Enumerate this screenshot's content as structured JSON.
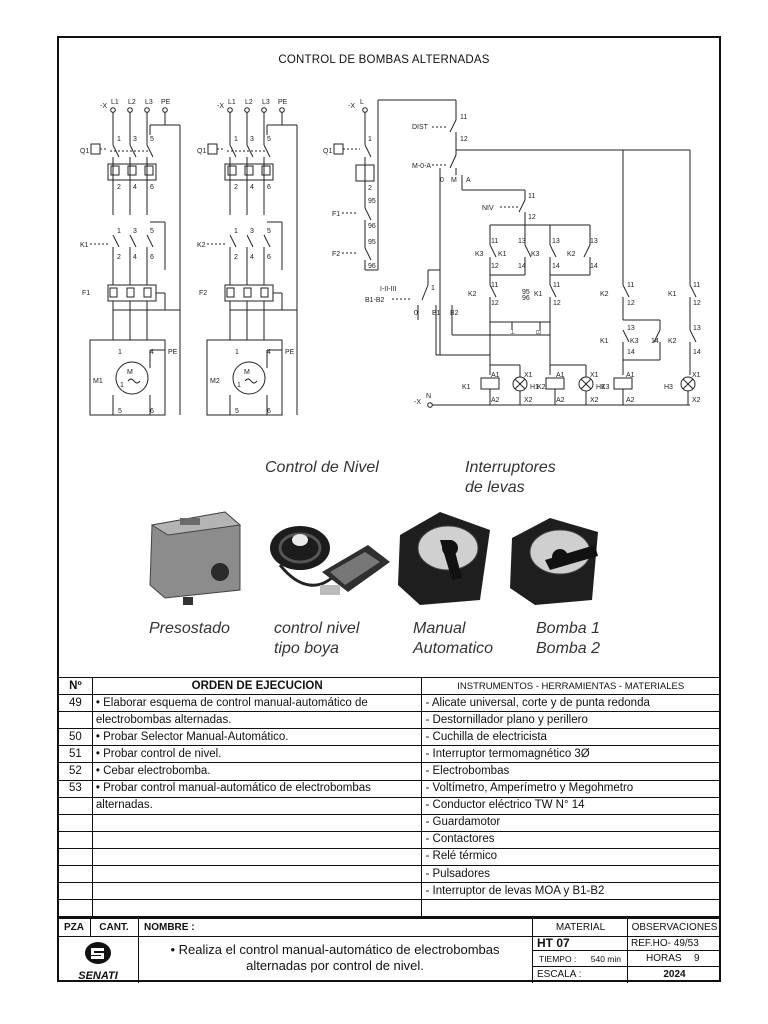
{
  "title": "CONTROL DE BOMBAS ALTERNADAS",
  "photo_labels": {
    "control_nivel": "Control de Nivel",
    "interruptores": "Interruptores de levas",
    "presostado": "Presostado",
    "boya": "control nivel tipo boya",
    "manual": "Manual Automatico",
    "bomba": "Bomba 1 Bomba 2"
  },
  "table": {
    "col_n": "Nº",
    "col_orden": "ORDEN DE EJECUCION",
    "col_instr": "INSTRUMENTOS - HERRAMIENTAS - MATERIALES",
    "rows": [
      {
        "n": "49",
        "orden": "• Elaborar esquema de control manual-automático de",
        "instr": "-  Alicate universal, corte y de punta redonda"
      },
      {
        "n": "",
        "orden": "electrobombas alternadas.",
        "instr": "-  Destornillador plano y perillero"
      },
      {
        "n": "50",
        "orden": "• Probar Selector Manual-Automático.",
        "instr": "-  Cuchilla de electricista"
      },
      {
        "n": "51",
        "orden": "• Probar control de nivel.",
        "instr": "-  Interruptor termomagnético 3Ø"
      },
      {
        "n": "52",
        "orden": "• Cebar electrobomba.",
        "instr": "-  Electrobombas"
      },
      {
        "n": "53",
        "orden": "• Probar control manual-automático de electrobombas",
        "instr": "-  Voltímetro, Amperímetro y Megohmetro"
      },
      {
        "n": "",
        "orden": "alternadas.",
        "instr": "-  Conductor eléctrico TW N° 14"
      },
      {
        "n": "",
        "orden": "",
        "instr": "-  Guardamotor"
      },
      {
        "n": "",
        "orden": "",
        "instr": "-  Contactores"
      },
      {
        "n": "",
        "orden": "",
        "instr": "-  Relé térmico"
      },
      {
        "n": "",
        "orden": "",
        "instr": "-  Pulsadores"
      },
      {
        "n": "",
        "orden": "",
        "instr": "-  Interruptor de levas MOA y B1-B2"
      },
      {
        "n": "",
        "orden": "",
        "instr": ""
      }
    ]
  },
  "footer": {
    "pza": "PZA",
    "cant": "CANT.",
    "nombre": "NOMBRE :",
    "material": "MATERIAL",
    "observaciones": "OBSERVACIONES",
    "description_line1": "• Realiza el control manual-automático de electrobombas",
    "description_line2": "alternadas por control de nivel.",
    "ht": "HT  07",
    "ref": "REF.HO-  49/53",
    "tiempo_label": "TIEMPO :",
    "tiempo_value": "540 min",
    "horas_label": "HORAS",
    "horas_value": "9",
    "escala_label": "ESCALA :",
    "year": "2024",
    "logo_text": "SENATI"
  }
}
